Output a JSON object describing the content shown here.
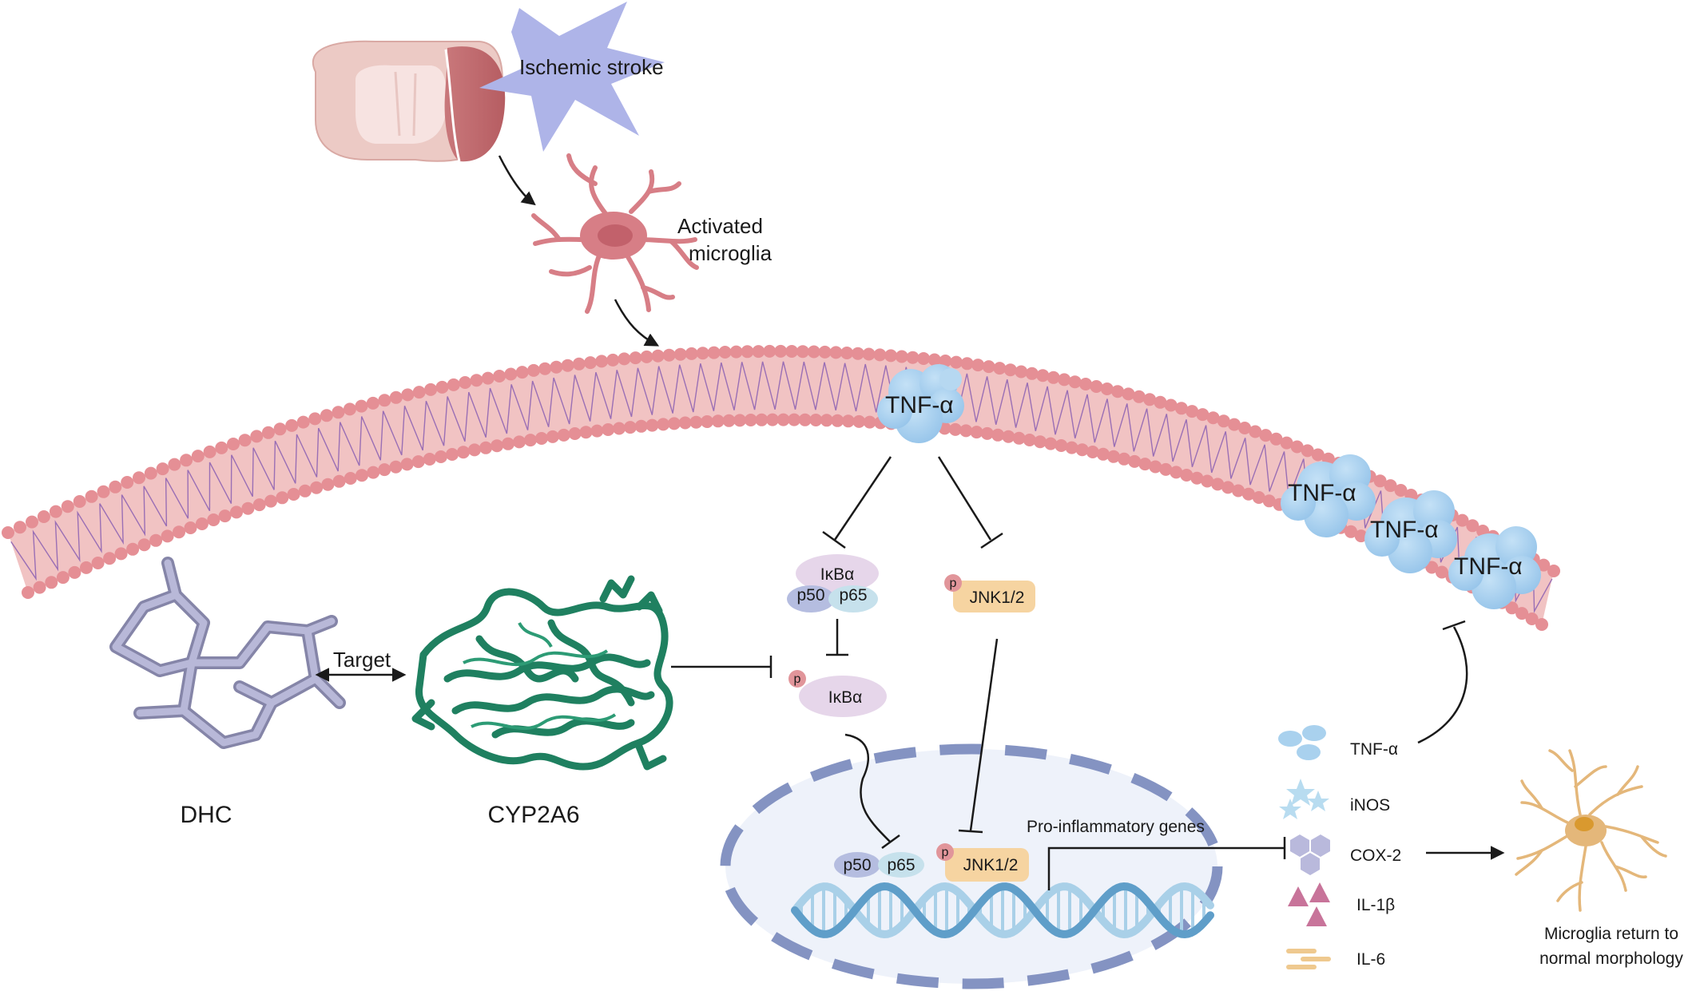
{
  "labels": {
    "stroke": "Ischemic stroke",
    "activated_1": "Activated",
    "activated_2": "microglia",
    "tnf_membrane": "TNF-α",
    "tnf_receptor_1": "TNF-α",
    "tnf_receptor_2": "TNF-α",
    "tnf_receptor_3": "TNF-α",
    "ikba_complex": "IκBα",
    "p50": "p50",
    "p65": "p65",
    "jnk": "JNK1/2",
    "p_mark": "p",
    "ikba_phos": "IκBα",
    "target": "Target",
    "dhc": "DHC",
    "cyp": "CYP2A6",
    "nucleus_p50": "p50",
    "nucleus_p65": "p65",
    "nucleus_jnk": "JNK1/2",
    "pro_genes": "Pro-inflammatory genes",
    "microglia_normal_1": "Microglia return to",
    "microglia_normal_2": "normal morphology"
  },
  "legend": {
    "items": [
      {
        "label": "TNF-α",
        "icon": "ellipses-icon",
        "color": "#a9d1ee"
      },
      {
        "label": "iNOS",
        "icon": "stars-icon",
        "color": "#b8dcf0"
      },
      {
        "label": "COX-2",
        "icon": "hexagons-icon",
        "color": "#b9b9dc"
      },
      {
        "label": "IL-1β",
        "icon": "triangles-icon",
        "color": "#c8749a"
      },
      {
        "label": "IL-6",
        "icon": "bars-icon",
        "color": "#efc98f"
      }
    ]
  },
  "colors": {
    "membrane_head": "#e58f95",
    "membrane_body": "#f1c3c3",
    "membrane_tail": "#9a6fb5",
    "tnf_blob": "#a4cdee",
    "nucleus_fill": "#eef2fa",
    "nucleus_border": "#8493c2",
    "dna_dark": "#5f9ec9",
    "dna_light": "#a9d0e8",
    "protein_green": "#1f8060",
    "molecule": "#a4a4c6",
    "ikba_fill": "#e6d6ea",
    "jnk_fill": "#f6d4a1",
    "phos_fill": "#e1959a",
    "microglia_red": "#d77e86",
    "microglia_orange": "#e4b77a",
    "star_fill": "#aeb4e8",
    "brain_fill": "#e8bcb8",
    "brain_lesion": "#c76b6f"
  }
}
